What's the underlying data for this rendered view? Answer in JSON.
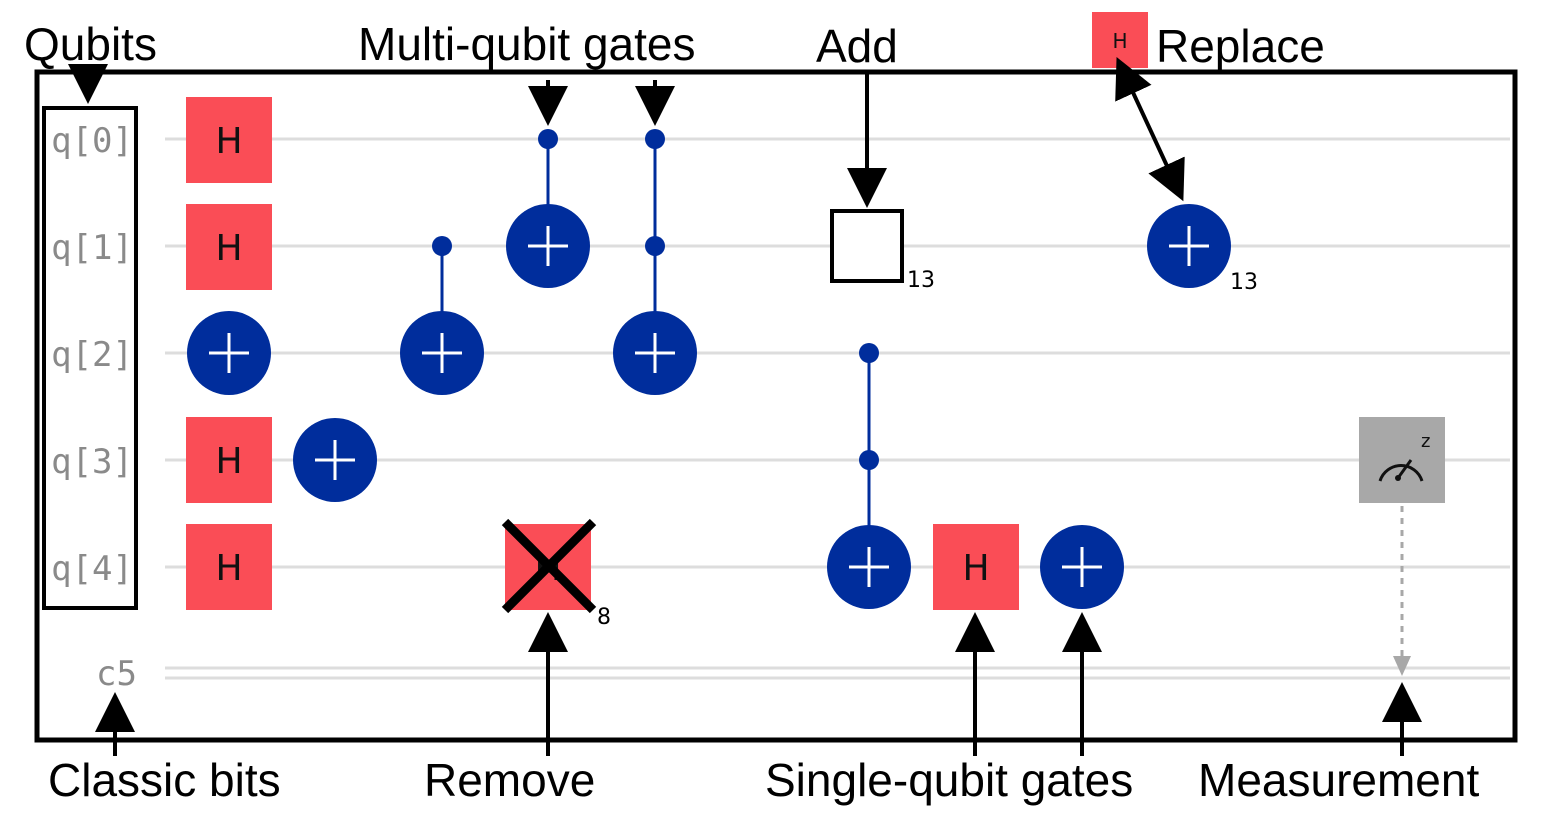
{
  "colors": {
    "h_gate": "#fa4d56",
    "cnot": "#002d9c",
    "measure": "#a8a8a8",
    "wire": "#dddddd",
    "outline": "#000000"
  },
  "annotations": {
    "qubits": "Qubits",
    "multi_qubit_gates": "Multi-qubit gates",
    "add": "Add",
    "replace": "Replace",
    "replace_legend_gate": "H",
    "classic_bits": "Classic bits",
    "remove": "Remove",
    "single_qubit_gates": "Single-qubit gates",
    "measurement": "Measurement"
  },
  "wires": {
    "qubits": [
      "q[0]",
      "q[1]",
      "q[2]",
      "q[3]",
      "q[4]"
    ],
    "classical": "c5"
  },
  "gates": {
    "h_label": "H",
    "measure_axis": "z",
    "add_index": "13",
    "replace_index": "13",
    "remove_index": "8"
  }
}
